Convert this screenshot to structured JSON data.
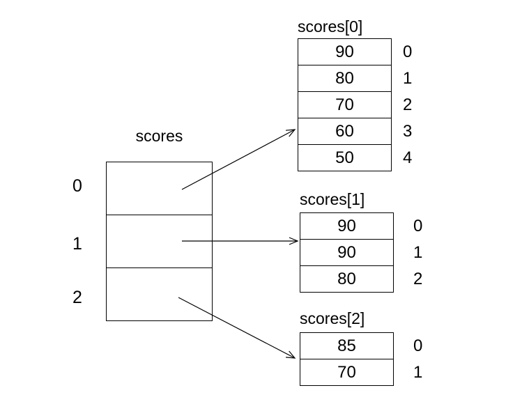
{
  "main_array": {
    "title": "scores",
    "indices": [
      "0",
      "1",
      "2"
    ]
  },
  "sub_arrays": [
    {
      "title": "scores[0]",
      "values": [
        "90",
        "80",
        "70",
        "60",
        "50"
      ],
      "indices": [
        "0",
        "1",
        "2",
        "3",
        "4"
      ]
    },
    {
      "title": "scores[1]",
      "values": [
        "90",
        "90",
        "80"
      ],
      "indices": [
        "0",
        "1",
        "2"
      ]
    },
    {
      "title": "scores[2]",
      "values": [
        "85",
        "70"
      ],
      "indices": [
        "0",
        "1"
      ]
    }
  ]
}
